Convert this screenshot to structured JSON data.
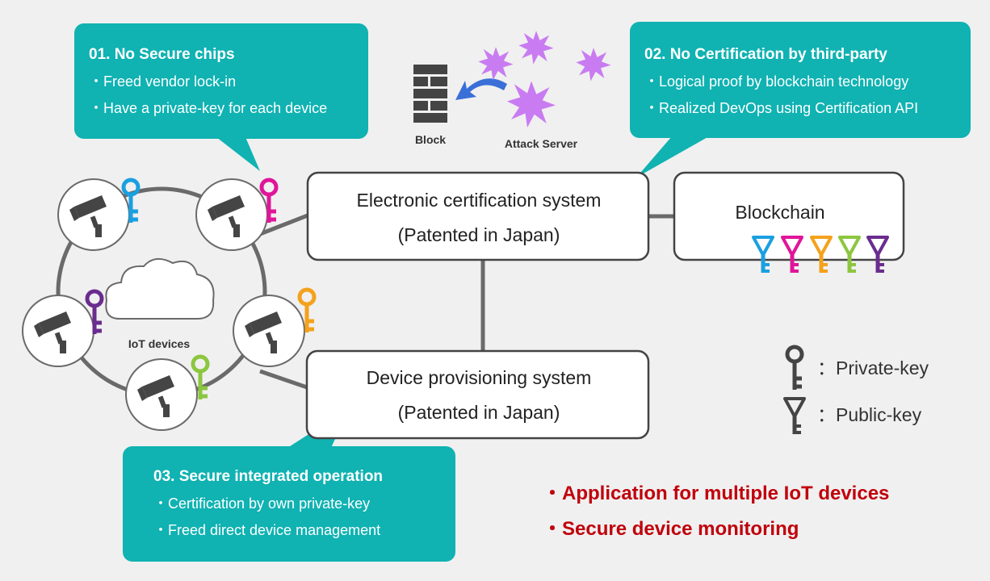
{
  "colors": {
    "background": "#f0f0f0",
    "teal": "#10b2b2",
    "connector": "#6a6a6a",
    "camera": "#454545",
    "attack": "#c97cf2",
    "block_arrow": "#3a6fd8",
    "highlight": "#c0000b",
    "key_blue": "#1aa0e0",
    "key_magenta": "#e0159a",
    "key_orange": "#f4a21c",
    "key_green": "#8cc63f",
    "key_purple": "#6a2c8e",
    "key_gray": "#444444"
  },
  "callouts": [
    {
      "title": "01. No Secure chips",
      "items": [
        "・Freed vendor lock-in",
        "・Have a private-key for each device"
      ]
    },
    {
      "title": "02. No Certification by third-party",
      "items": [
        "・Logical proof by blockchain technology",
        "・Realized DevOps using Certification API"
      ]
    },
    {
      "title": "03. Secure integrated operation",
      "items": [
        "・Certification by own private-key",
        "・Freed direct device management"
      ]
    }
  ],
  "attack": {
    "block_label": "Block",
    "server_label": "Attack Server"
  },
  "systems": {
    "cert_line1": "Electronic certification system",
    "cert_line2": "(Patented in Japan)",
    "prov_line1": "Device provisioning system",
    "prov_line2": "(Patented in Japan)",
    "blockchain": "Blockchain"
  },
  "iot": {
    "label": "IoT devices",
    "device_key_colors": [
      "#1aa0e0",
      "#e0159a",
      "#6a2c8e",
      "#f4a21c",
      "#8cc63f"
    ]
  },
  "public_keys": [
    "#1aa0e0",
    "#e0159a",
    "#f4a21c",
    "#8cc63f",
    "#6a2c8e"
  ],
  "legend": {
    "private_key": "：Private-key",
    "public_key": "：Public-key"
  },
  "highlights": [
    "・Application for multiple IoT devices",
    "・Secure device monitoring"
  ]
}
